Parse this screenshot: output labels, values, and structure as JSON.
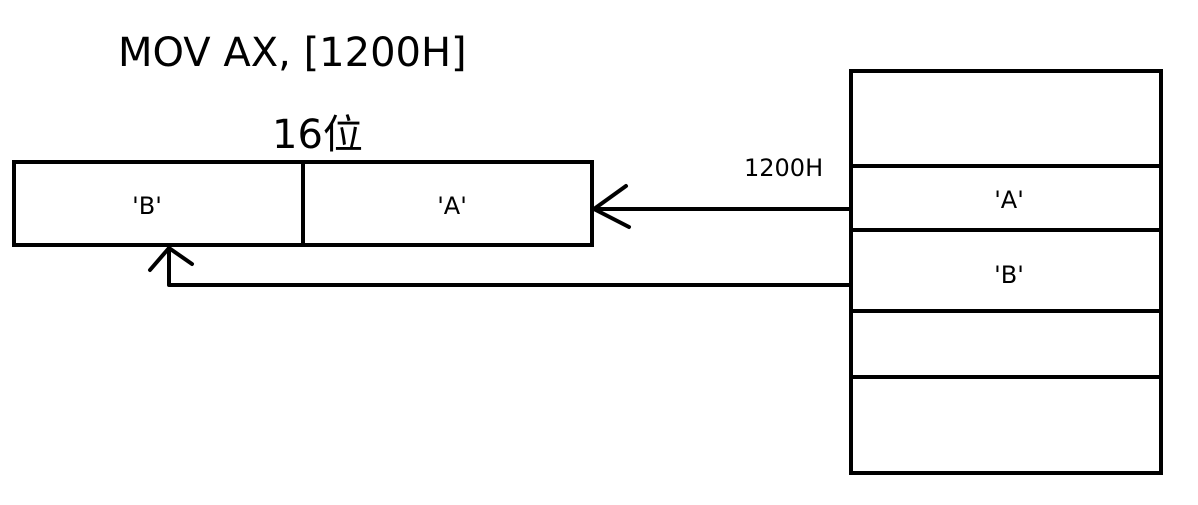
{
  "instruction": "MOV AX, [1200H]",
  "register_width_label": "16位",
  "register": {
    "high_byte": "'B'",
    "low_byte": "'A'"
  },
  "memory": {
    "address_label": "1200H",
    "cells": [
      "",
      "'A'",
      "'B'",
      "",
      ""
    ]
  },
  "colors": {
    "line": "#000000",
    "background": "#ffffff"
  }
}
